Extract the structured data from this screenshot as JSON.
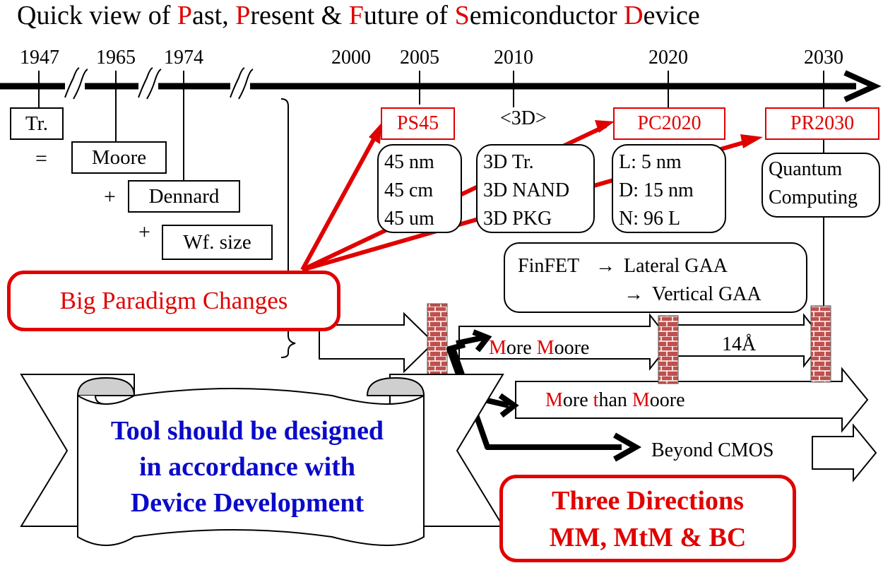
{
  "title": {
    "w1": "Quick view of ",
    "p1": "P",
    "w2": "ast, ",
    "p2": "P",
    "w3": "resent & ",
    "p3": "F",
    "w4": "uture of ",
    "p4": "S",
    "w5": "emiconductor ",
    "p5": "D",
    "w6": "evice"
  },
  "timeline": {
    "years": [
      "1947",
      "1965",
      "1974",
      "2000",
      "2005",
      "2010",
      "2020",
      "2030"
    ]
  },
  "past": {
    "transistor": "Tr.",
    "equals": "=",
    "moore": "Moore",
    "plus1": "+",
    "dennard": "Dennard",
    "plus2": "+",
    "wafer": "Wf. size"
  },
  "milestones": {
    "ps45": {
      "label": "PS45",
      "lines": [
        "45 nm",
        "45 cm",
        "45 um"
      ]
    },
    "three_d": {
      "label": "<3D>",
      "lines": [
        "3D Tr.",
        "3D NAND",
        "3D PKG"
      ]
    },
    "pc2020": {
      "label": "PC2020",
      "lines": [
        "L: 5 nm",
        "D: 15 nm",
        "N: 96 L"
      ]
    },
    "pr2030": {
      "label": "PR2030",
      "lines": [
        "Quantum",
        "Computing"
      ]
    }
  },
  "gaa": {
    "finfet": "FinFET",
    "lateral": "Lateral GAA",
    "vertical": "Vertical GAA"
  },
  "paradigm": "Big Paradigm Changes",
  "directions": {
    "more_moore": {
      "a": "M",
      "b": "ore ",
      "c": "M",
      "d": "oore"
    },
    "angstrom": "14Å",
    "more_than_moore": {
      "a": "M",
      "b": "ore ",
      "c": "t",
      "d": "han ",
      "e": "M",
      "f": "oore"
    },
    "beyond_cmos": "Beyond CMOS"
  },
  "banner": {
    "lines": [
      "Tool should be designed",
      "in accordance with",
      "Device Development"
    ]
  },
  "three_directions": {
    "lines": [
      "Three Directions",
      "MM, MtM & BC"
    ]
  },
  "colors": {
    "accent_red": "#e00000",
    "banner_text_blue": "#0a0ac8",
    "brick": "#c0504d"
  }
}
